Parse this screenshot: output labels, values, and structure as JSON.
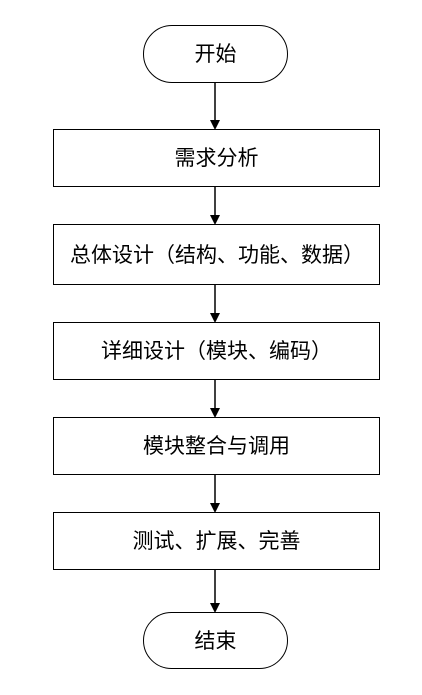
{
  "flowchart": {
    "start": {
      "label": "开始"
    },
    "steps": [
      {
        "label": "需求分析"
      },
      {
        "label": "总体设计（结构、功能、数据）"
      },
      {
        "label": "详细设计（模块、编码）"
      },
      {
        "label": "模块整合与调用"
      },
      {
        "label": "测试、扩展、完善"
      }
    ],
    "end": {
      "label": "结束"
    }
  }
}
